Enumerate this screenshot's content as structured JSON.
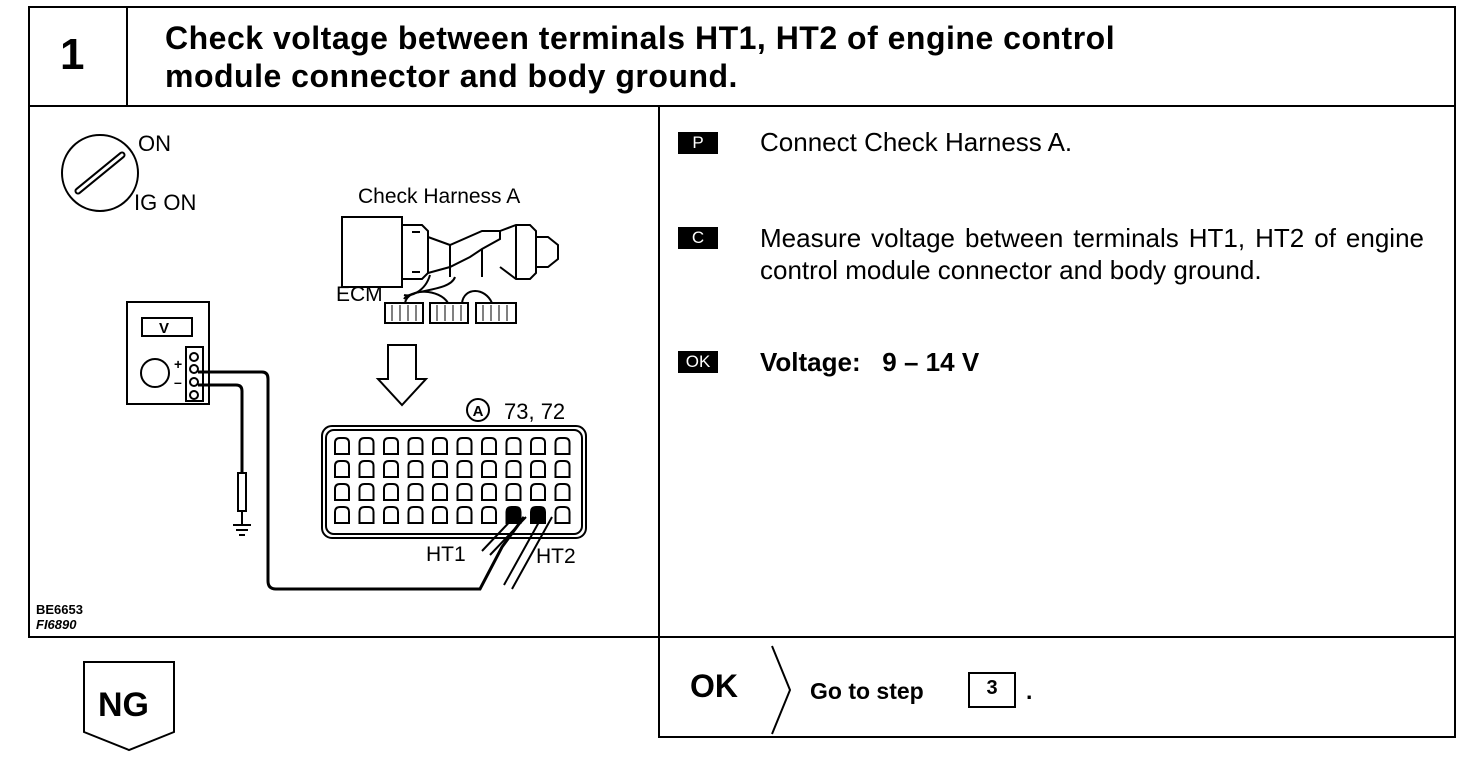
{
  "step": {
    "number": "1",
    "title_line1": "Check voltage between terminals HT1, HT2 of engine control",
    "title_line2": "module connector and body ground."
  },
  "diagram": {
    "switch_on": "ON",
    "switch_ig_on": "IG ON",
    "harness_label": "Check Harness A",
    "ecm_label": "ECM",
    "meter_unit": "V",
    "plus": "+",
    "minus": "–",
    "connector_letter": "A",
    "connector_pins": "73, 72",
    "terminal_ht1": "HT1",
    "terminal_ht2": "HT2",
    "code_1": "BE6653",
    "code_2": "FI6890"
  },
  "instructions": {
    "p_badge": "P",
    "p_text": "Connect Check Harness A.",
    "c_badge": "C",
    "c_text": "Measure voltage between terminals HT1, HT2 of engine control module connector and body ground.",
    "ok_badge": "OK",
    "ok_text": "Voltage:   9 – 14 V"
  },
  "result": {
    "ok_label": "OK",
    "go_to": "Go to step",
    "step_ref": "3",
    "period": ".",
    "ng_label": "NG"
  }
}
